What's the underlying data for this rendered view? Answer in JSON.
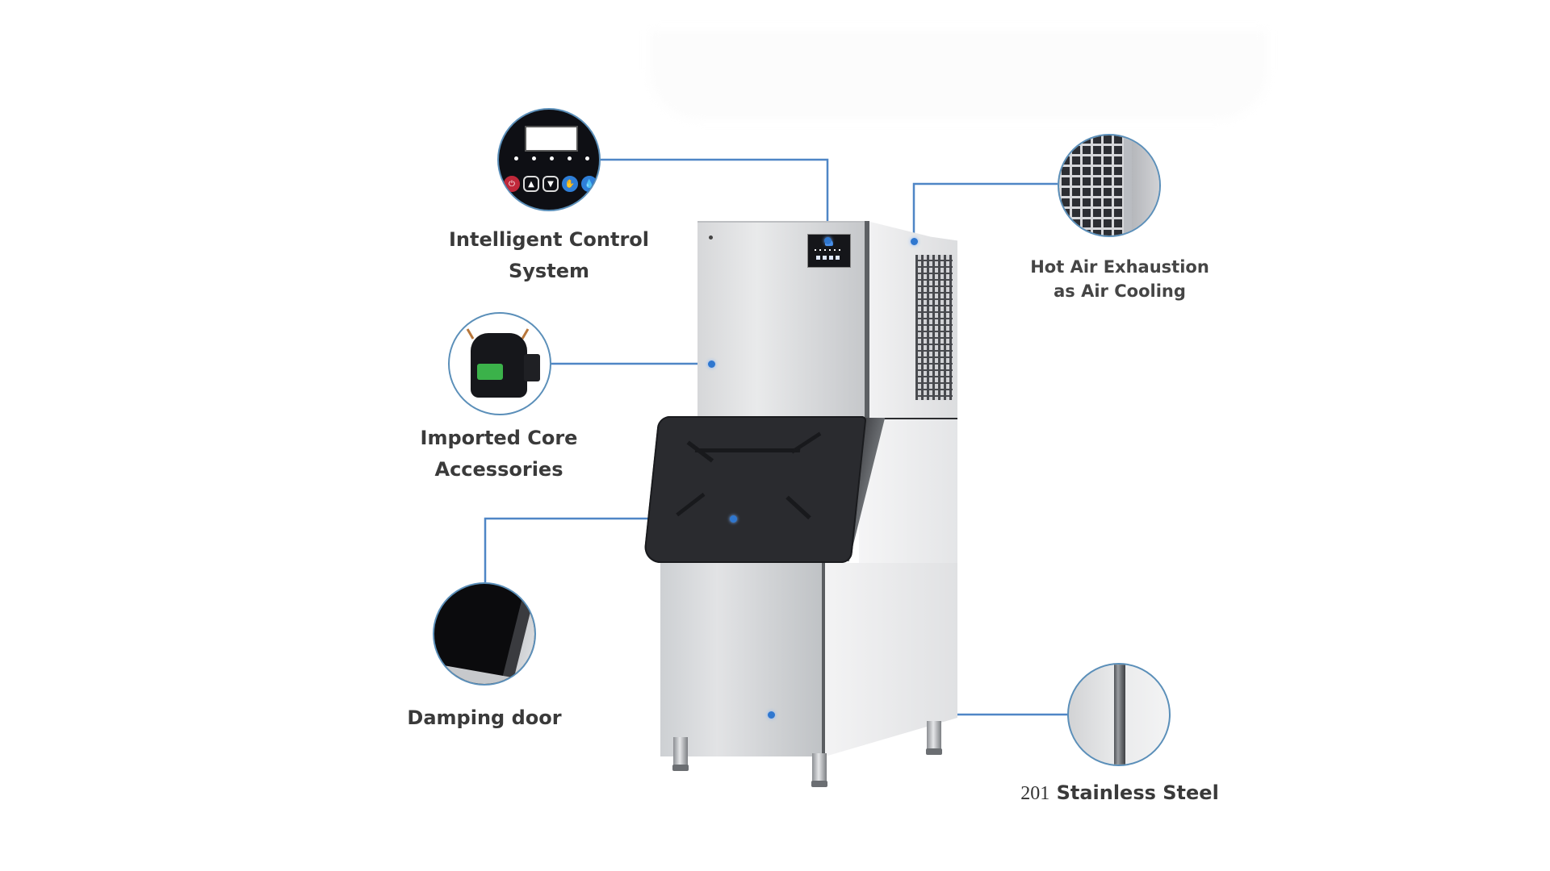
{
  "diagram": {
    "subject": "Commercial ice maker machine",
    "line_color": "#4f86c6",
    "dot_color": "#2f77cf",
    "circle_border_color": "#5b8fb9",
    "callouts": [
      {
        "id": "control",
        "label_line1": "Intelligent Control",
        "label_line2": "System",
        "icon": "control-panel-icon"
      },
      {
        "id": "hot-air",
        "label_line1": "Hot Air Exhaustion",
        "label_line2": "as Air Cooling",
        "icon": "vent-grille-icon"
      },
      {
        "id": "compressor",
        "label_line1": "Imported Core",
        "label_line2": "Accessories",
        "icon": "compressor-icon"
      },
      {
        "id": "damping-door",
        "label_line1": "Damping door",
        "icon": "damping-door-icon"
      },
      {
        "id": "stainless",
        "label_number": "201",
        "label_text": "Stainless Steel",
        "icon": "stainless-steel-icon"
      }
    ]
  }
}
